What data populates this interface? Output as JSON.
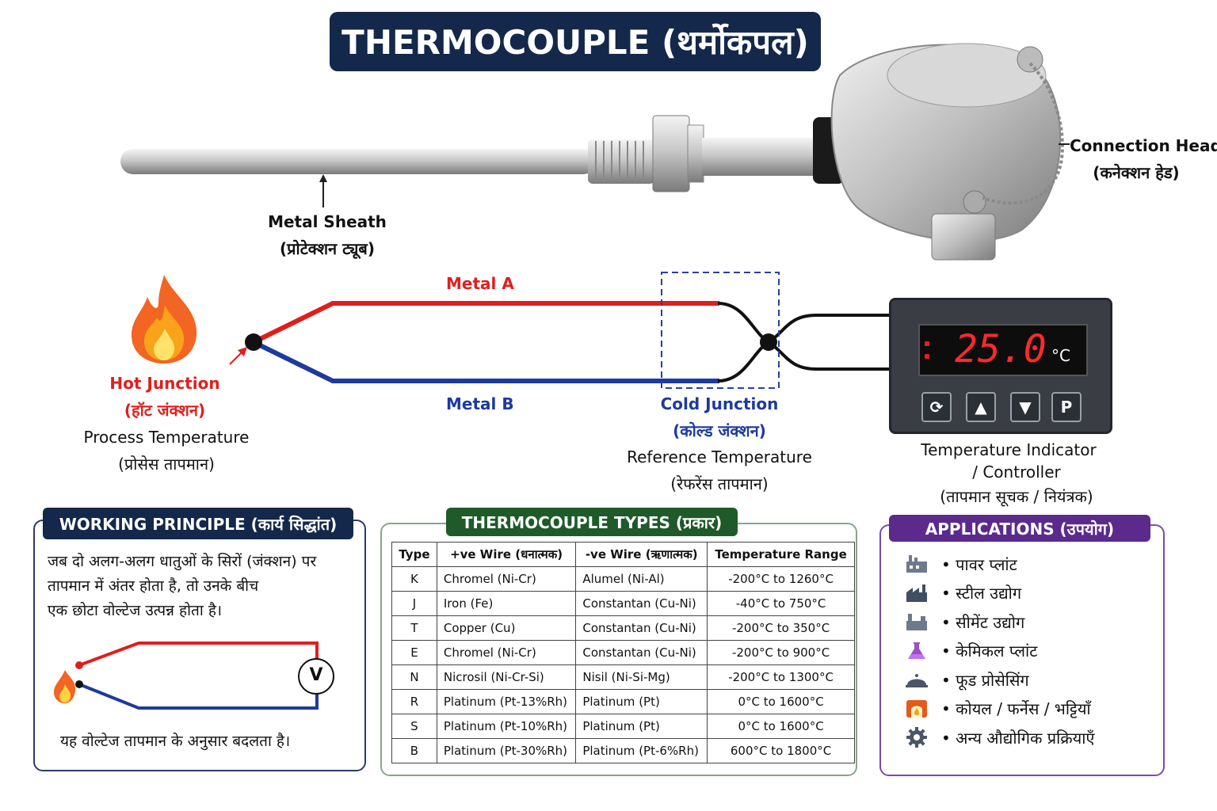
{
  "title": "THERMOCOUPLE (थर्मोकपल)",
  "labels": {
    "metal_sheath": "Metal Sheath",
    "metal_sheath_hi": "(प्रोटेक्शन ट्यूब)",
    "connection_head": "Connection Head",
    "connection_head_hi": "(कनेक्शन हेड)",
    "metal_a": "Metal A",
    "metal_b": "Metal B",
    "hot_junction": "Hot Junction",
    "hot_junction_hi": "(हॉट जंक्शन)",
    "process_temp": "Process Temperature",
    "process_temp_hi": "(प्रोसेस तापमान)",
    "cold_junction": "Cold Junction",
    "cold_junction_hi": "(कोल्ड जंक्शन)",
    "reference_temp": "Reference Temperature",
    "reference_temp_hi": "(रेफरेंस तापमान)",
    "indicator_line1": "Temperature Indicator",
    "indicator_line2": "/ Controller",
    "indicator_hi": "(तापमान सूचक / नियंत्रक)"
  },
  "display": {
    "value": "25.0",
    "unit": "°C",
    "buttons": [
      "⟳",
      "▲",
      "▼",
      "P"
    ]
  },
  "working_principle": {
    "heading": "WORKING PRINCIPLE (कार्य सिद्धांत)",
    "lines": [
      "जब दो अलग-अलग धातुओं के सिरों (जंक्शन) पर",
      "तापमान में अंतर होता है, तो उनके बीच",
      "एक छोटा वोल्टेज उत्पन्न होता है।"
    ],
    "meter_symbol": "V",
    "footer": "यह वोल्टेज तापमान के अनुसार बदलता है।"
  },
  "types": {
    "heading": "THERMOCOUPLE TYPES (प्रकार)",
    "columns": [
      "Type",
      "+ve Wire (धनात्मक)",
      "-ve Wire (ऋणात्मक)",
      "Temperature Range"
    ],
    "rows": [
      [
        "K",
        "Chromel (Ni-Cr)",
        "Alumel (Ni-Al)",
        "-200°C to 1260°C"
      ],
      [
        "J",
        "Iron (Fe)",
        "Constantan (Cu-Ni)",
        "-40°C to 750°C"
      ],
      [
        "T",
        "Copper (Cu)",
        "Constantan (Cu-Ni)",
        "-200°C to 350°C"
      ],
      [
        "E",
        "Chromel (Ni-Cr)",
        "Constantan (Cu-Ni)",
        "-200°C to 900°C"
      ],
      [
        "N",
        "Nicrosil (Ni-Cr-Si)",
        "Nisil (Ni-Si-Mg)",
        "-200°C to 1300°C"
      ],
      [
        "R",
        "Platinum (Pt-13%Rh)",
        "Platinum (Pt)",
        "0°C to 1600°C"
      ],
      [
        "S",
        "Platinum (Pt-10%Rh)",
        "Platinum (Pt)",
        "0°C to 1600°C"
      ],
      [
        "B",
        "Platinum (Pt-30%Rh)",
        "Platinum (Pt-6%Rh)",
        "600°C to 1800°C"
      ]
    ]
  },
  "applications": {
    "heading": "APPLICATIONS (उपयोग)",
    "items": [
      {
        "icon": "power-plant-icon",
        "label": "• पावर प्लांट"
      },
      {
        "icon": "steel-factory-icon",
        "label": "• स्टील उद्योग"
      },
      {
        "icon": "cement-factory-icon",
        "label": "• सीमेंट उद्योग"
      },
      {
        "icon": "flask-icon",
        "label": "• केमिकल प्लांट"
      },
      {
        "icon": "food-cloche-icon",
        "label": "• फूड प्रोसेसिंग"
      },
      {
        "icon": "furnace-icon",
        "label": "• कोयल / फर्नेस / भट्टियाँ"
      },
      {
        "icon": "gear-icon",
        "label": "• अन्य औद्योगिक प्रक्रियाएँ"
      }
    ]
  },
  "colors": {
    "navy": "#13284a",
    "red": "#e01e1e",
    "blue": "#1d3a9e",
    "green": "#1f5a2a",
    "purple": "#5b2a8c"
  }
}
